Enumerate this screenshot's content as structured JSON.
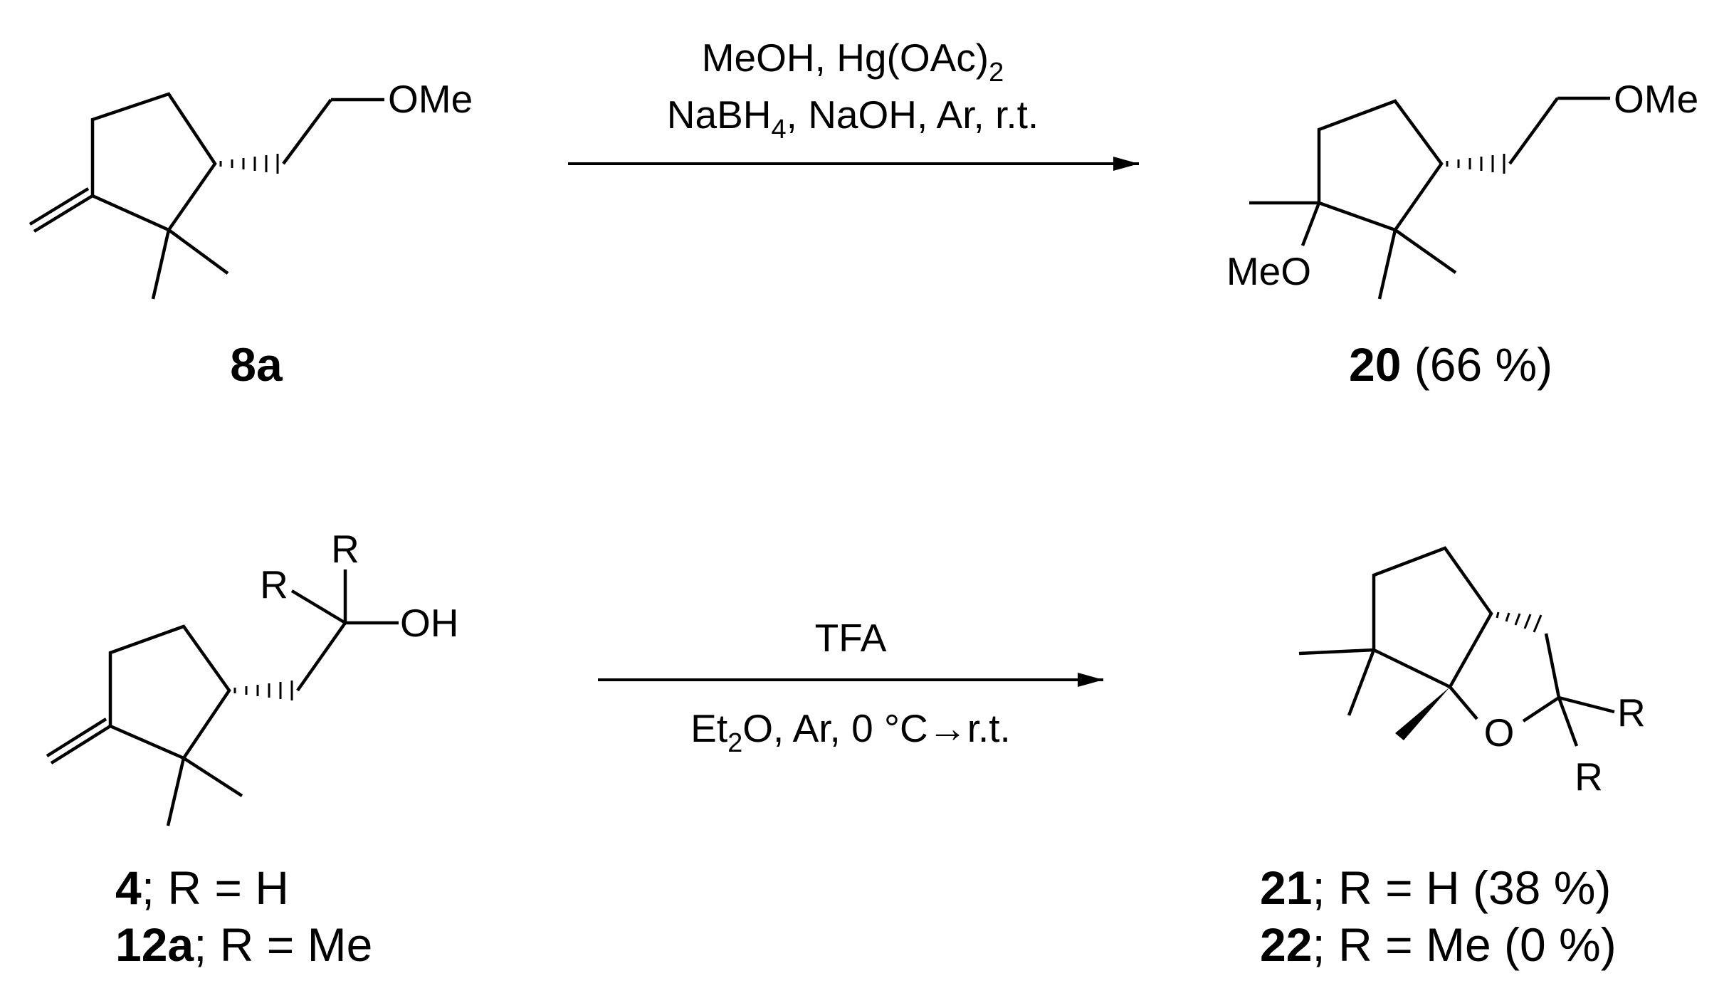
{
  "reaction_1": {
    "reagents_line1": "MeOH, Hg(OAc)",
    "reagents_line1_sub": "2",
    "reagents_line2_a": "NaBH",
    "reagents_line2_sub": "4",
    "reagents_line2_b": ", NaOH, Ar, r.t.",
    "starting_material": {
      "substituent": "OMe",
      "id": "8a"
    },
    "product": {
      "substituent_top": "OMe",
      "substituent_left": "MeO",
      "id": "20",
      "yield": " (66 %)"
    }
  },
  "reaction_2": {
    "reagent_top": "TFA",
    "reagent_bottom_a": "Et",
    "reagent_bottom_sub": "2",
    "reagent_bottom_b": "O, Ar, 0 °C→r.t.",
    "starting_material": {
      "r_top": "R",
      "r_left": "R",
      "hydroxyl": "OH",
      "entries": [
        {
          "id": "4",
          "text": "; R = H"
        },
        {
          "id": "12a",
          "text": "; R = Me"
        }
      ]
    },
    "product": {
      "ring_oxygen": "O",
      "r_right": "R",
      "r_bottom": "R",
      "entries": [
        {
          "id": "21",
          "text": "; R = H (38 %)"
        },
        {
          "id": "22",
          "text": "; R = Me (0 %)"
        }
      ]
    }
  },
  "colors": {
    "ink": "#000000",
    "background": "#ffffff"
  }
}
